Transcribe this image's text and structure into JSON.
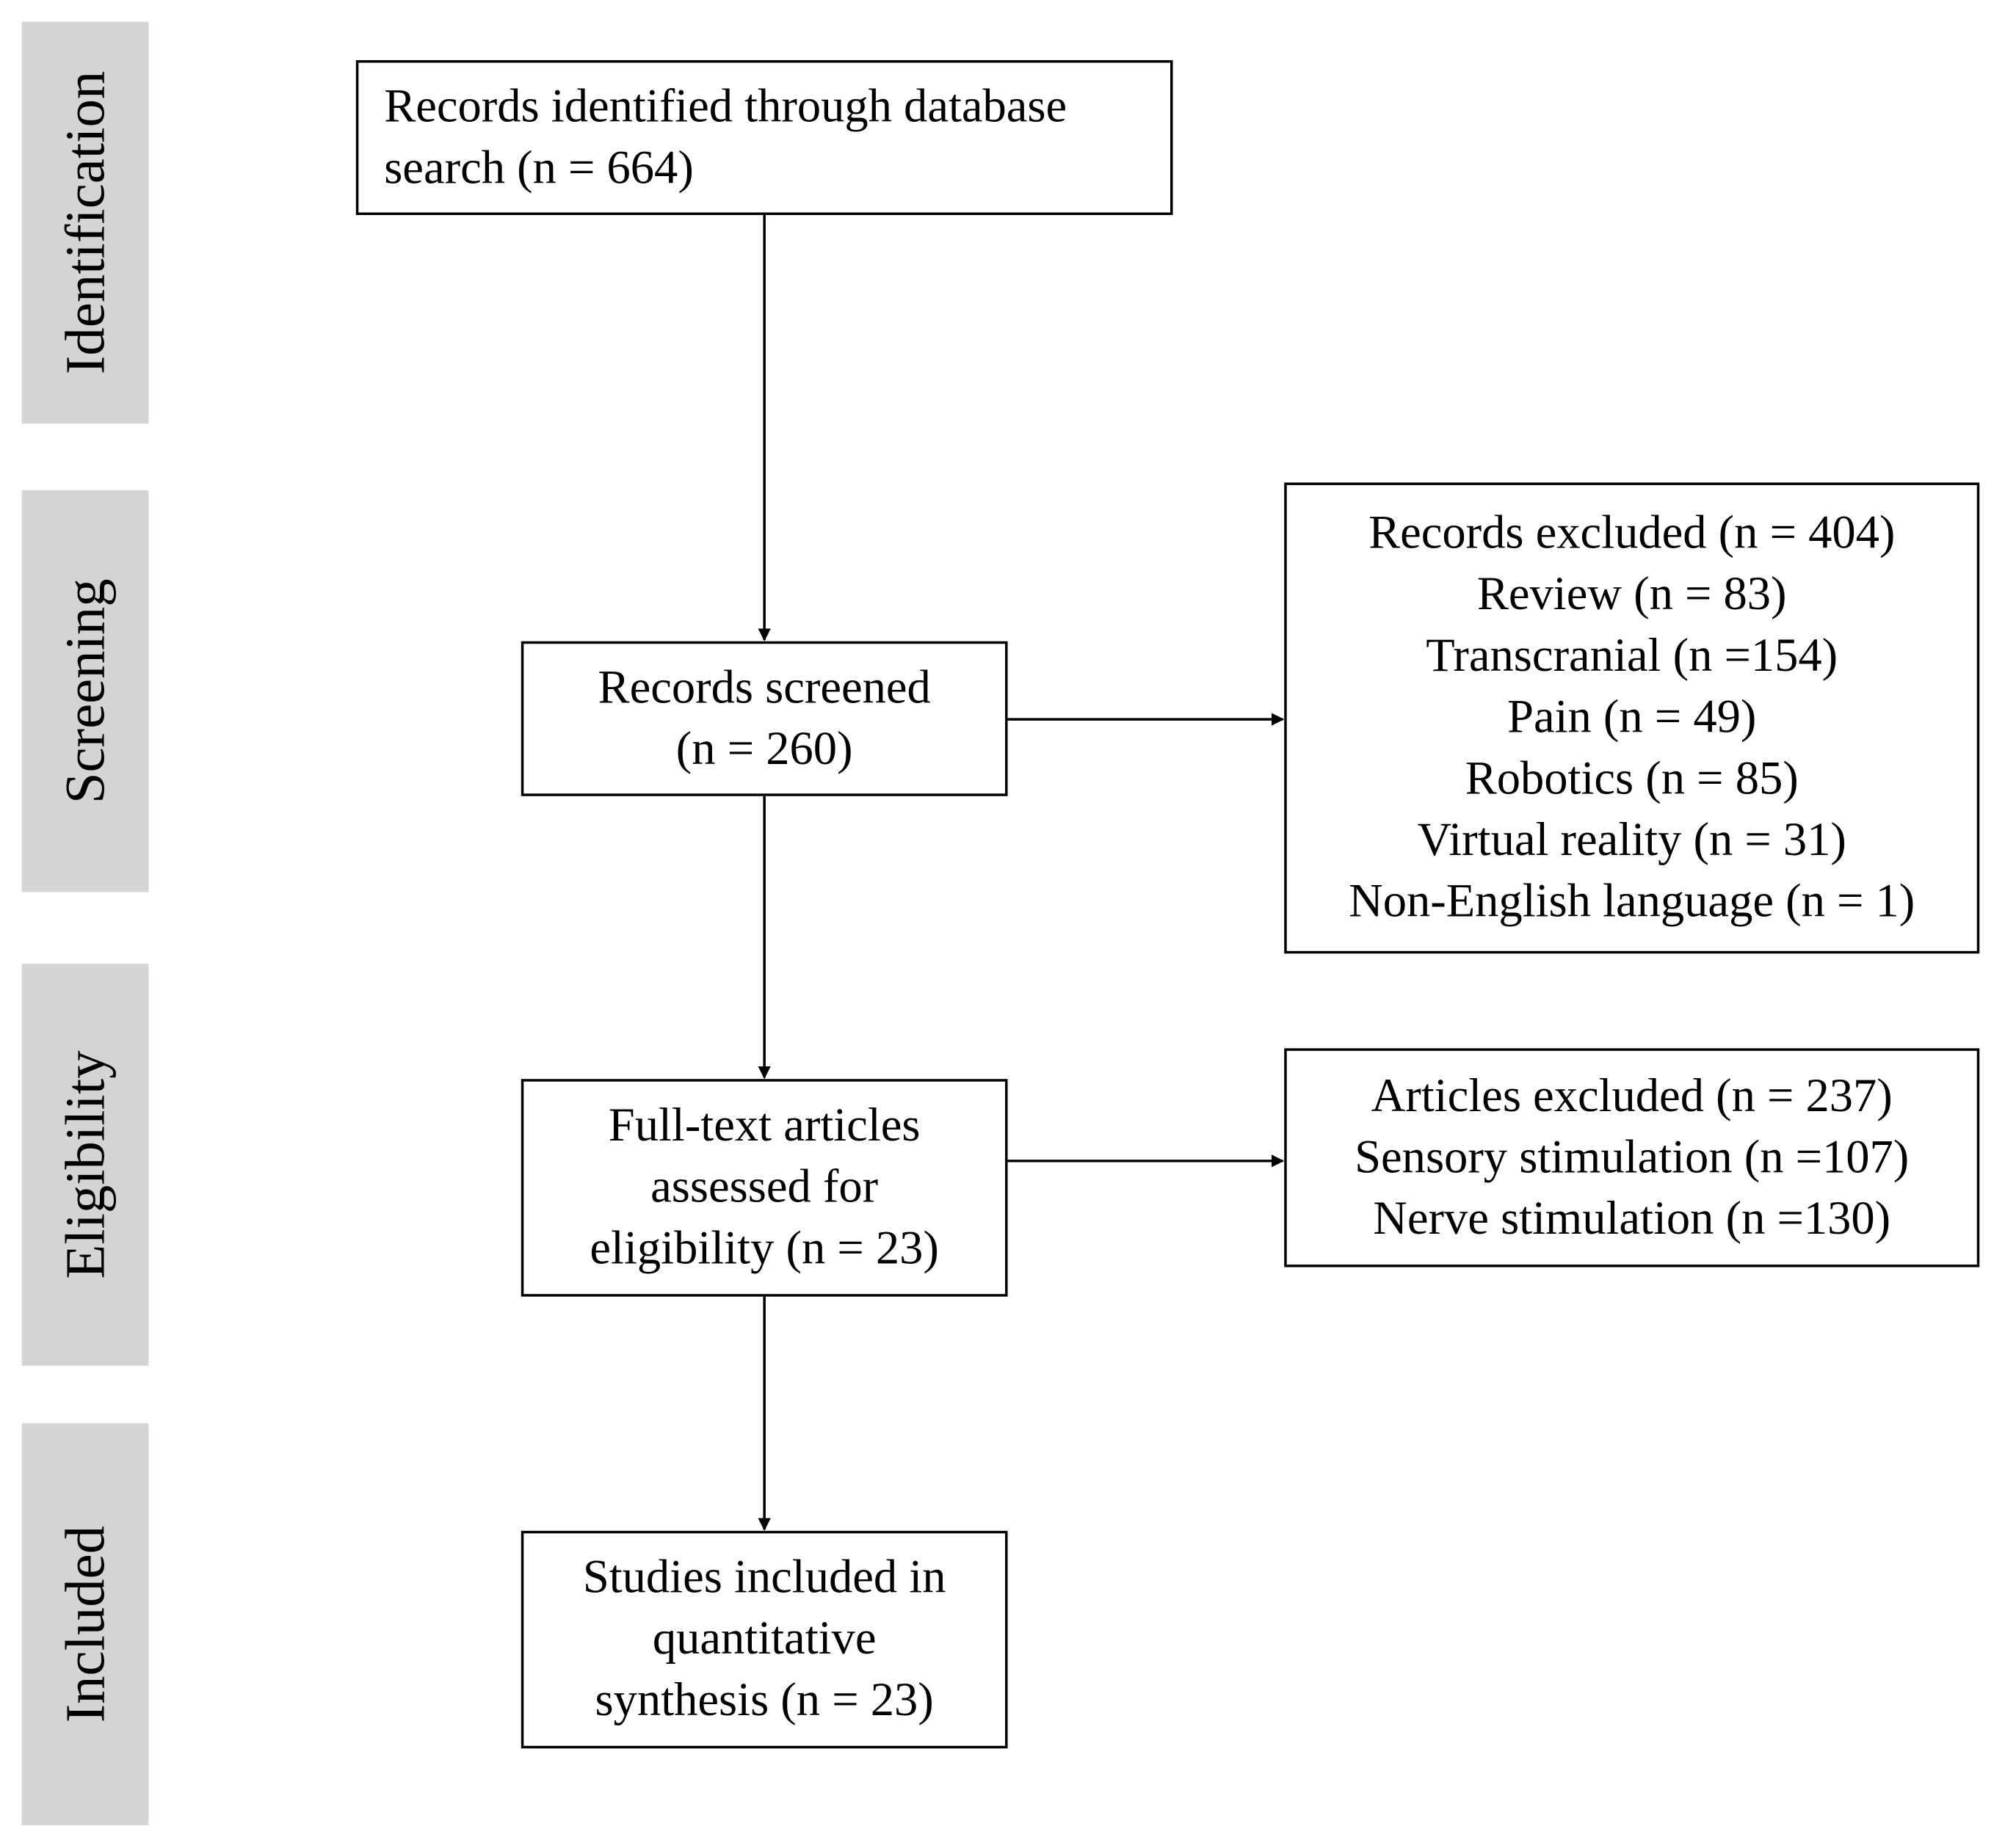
{
  "phases": {
    "identification": "Identification",
    "screening": "Screening",
    "eligibility": "Eligibility",
    "included": "Included"
  },
  "boxes": {
    "identified": {
      "lines": [
        "Records identified through database",
        "search (n = 664)"
      ]
    },
    "screened": {
      "lines": [
        "Records screened",
        "(n = 260)"
      ]
    },
    "excluded_records": {
      "lines": [
        "Records excluded (n = 404)",
        "Review (n = 83)",
        "Transcranial (n =154)",
        "Pain (n = 49)",
        "Robotics (n = 85)",
        "Virtual reality (n = 31)",
        "Non-English language (n = 1)"
      ]
    },
    "fulltext": {
      "lines": [
        "Full-text articles",
        "assessed for",
        "eligibility (n = 23)"
      ]
    },
    "excluded_articles": {
      "lines": [
        "Articles excluded (n = 237)",
        "Sensory stimulation (n =107)",
        "Nerve stimulation (n =130)"
      ]
    },
    "included": {
      "lines": [
        "Studies included in",
        "quantitative",
        "synthesis (n = 23)"
      ]
    }
  },
  "colors": {
    "phase_band": "#d4d4d4",
    "stroke": "#000000"
  }
}
